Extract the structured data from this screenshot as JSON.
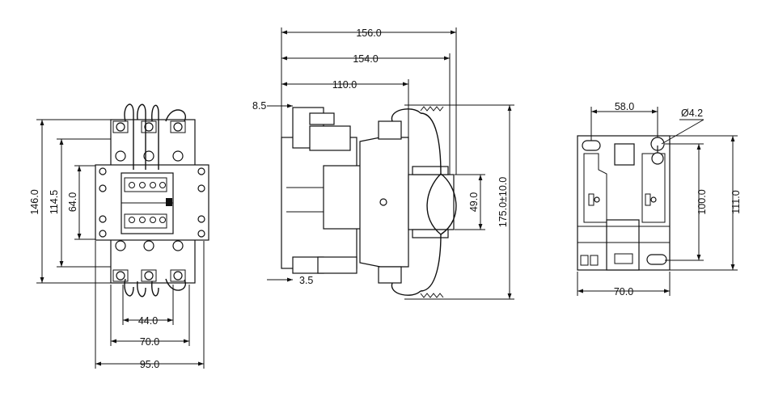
{
  "views": {
    "front": {
      "dims": {
        "height_total": "146.0",
        "height_mid": "114.5",
        "height_inner": "64.0",
        "width_inner": "44.0",
        "width_mid": "70.0",
        "width_total": "95.0"
      }
    },
    "side": {
      "dims": {
        "length_total": "156.0",
        "length_mid": "154.0",
        "length_body": "110.0",
        "offset_top": "8.5",
        "offset_bottom": "3.5",
        "height_block": "49.0",
        "height_total": "175.0±10.0"
      }
    },
    "rear": {
      "dims": {
        "hole_spacing": "58.0",
        "hole_diameter": "Ø4.2",
        "mount_height": "100.0",
        "height_total": "111.0",
        "width_total": "70.0"
      }
    }
  }
}
